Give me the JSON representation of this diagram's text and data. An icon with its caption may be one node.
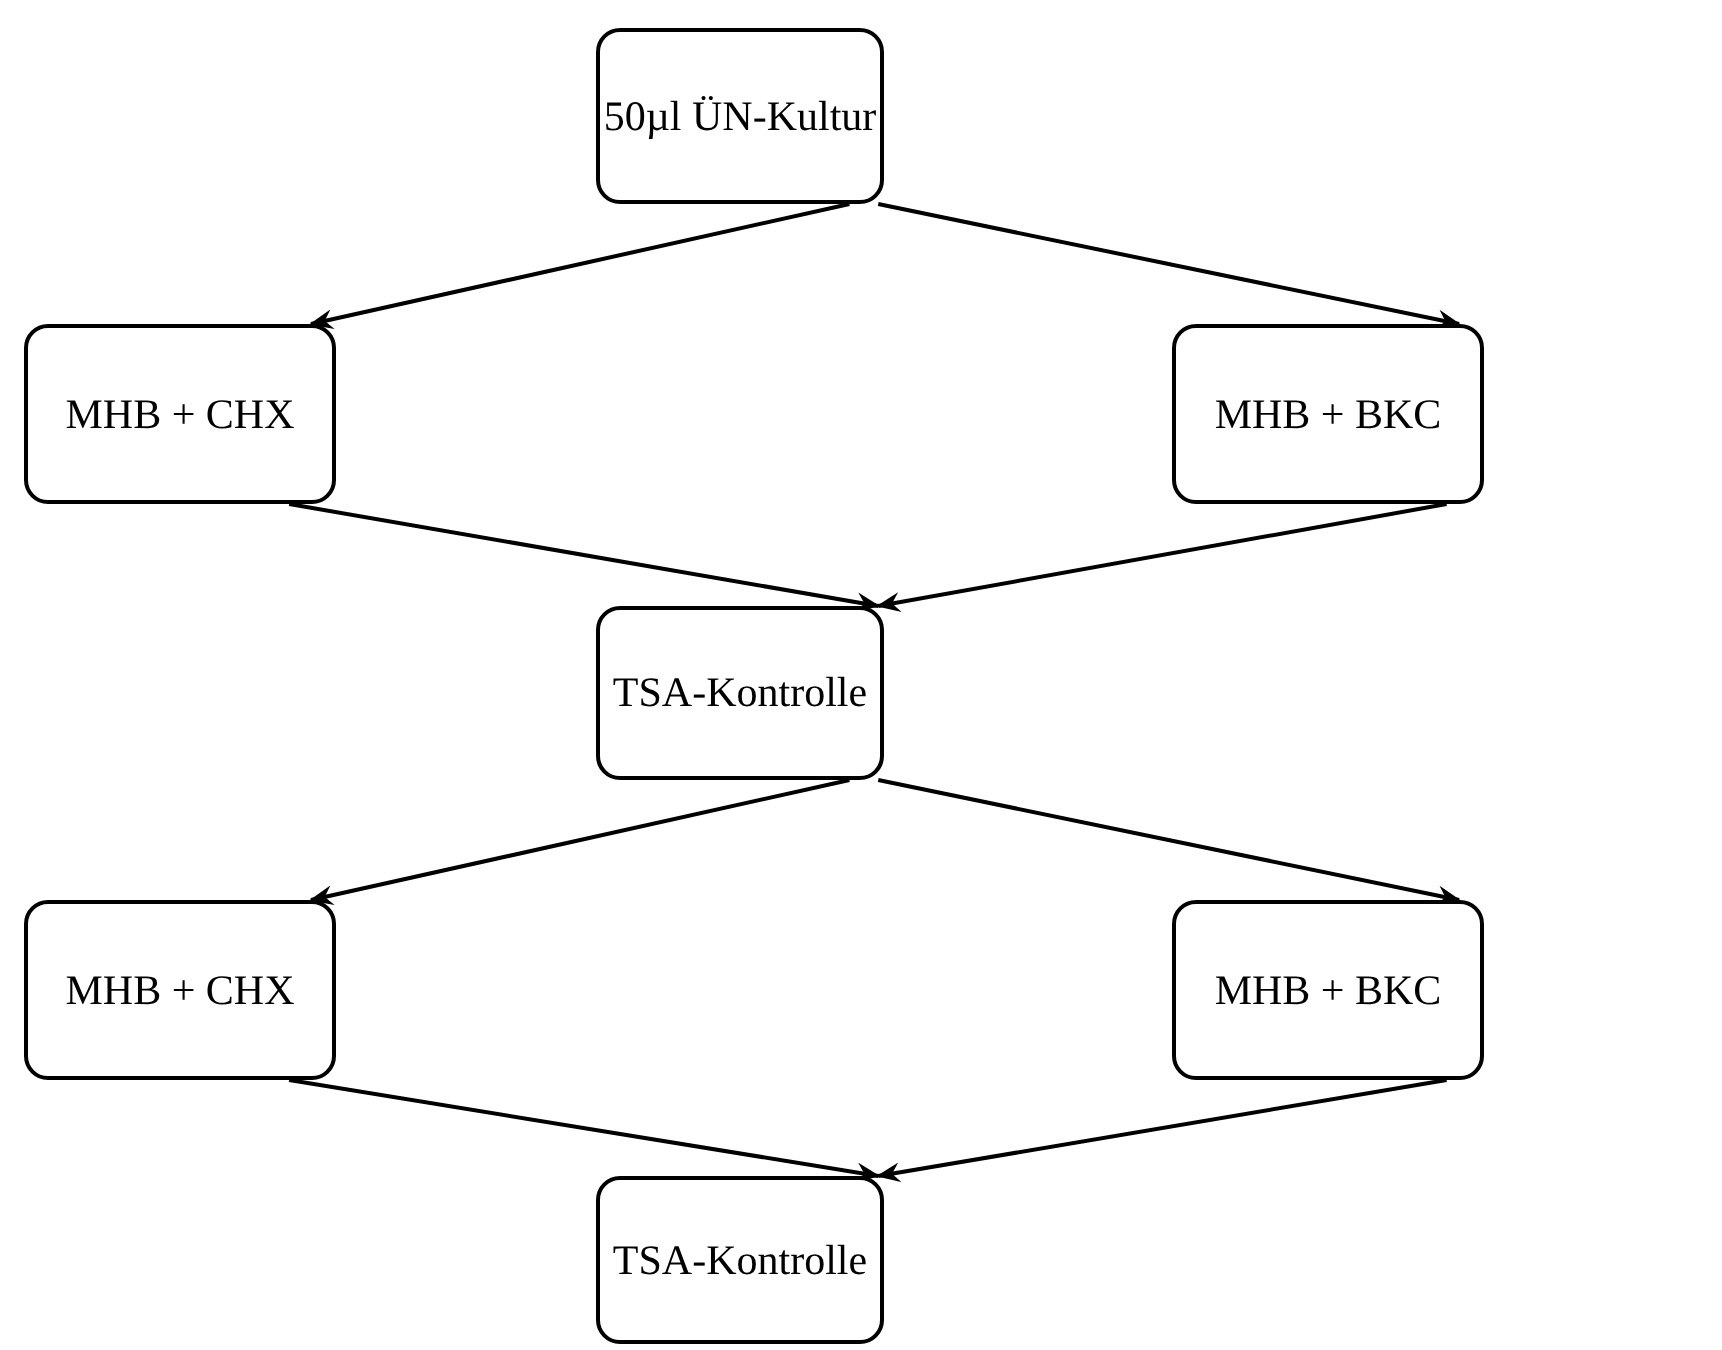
{
  "diagram": {
    "nodes": [
      {
        "text": [
          "50µl ÜN-Kultur"
        ]
      },
      {
        "text": [
          "MHB + CHX"
        ]
      },
      {
        "text": [
          "MHB + BKC"
        ]
      },
      {
        "text": [
          "TSA-Kontrolle"
        ]
      },
      {
        "text": [
          "MHB + CHX"
        ]
      },
      {
        "text": [
          "MHB + BKC"
        ]
      },
      {
        "text": [
          "TSA-Kontrolle"
        ]
      }
    ],
    "edges": [
      {
        "from": 0,
        "to": 1,
        "arrow": "to"
      },
      {
        "from": 0,
        "to": 2,
        "arrow": "to"
      },
      {
        "from": 1,
        "to": 3,
        "arrow": "to"
      },
      {
        "from": 2,
        "to": 3,
        "arrow": "to"
      },
      {
        "from": 3,
        "to": 4,
        "arrow": "to"
      },
      {
        "from": 3,
        "to": 5,
        "arrow": "to"
      },
      {
        "from": 4,
        "to": 6,
        "arrow": "to"
      },
      {
        "from": 5,
        "to": 6,
        "arrow": "to"
      }
    ]
  }
}
